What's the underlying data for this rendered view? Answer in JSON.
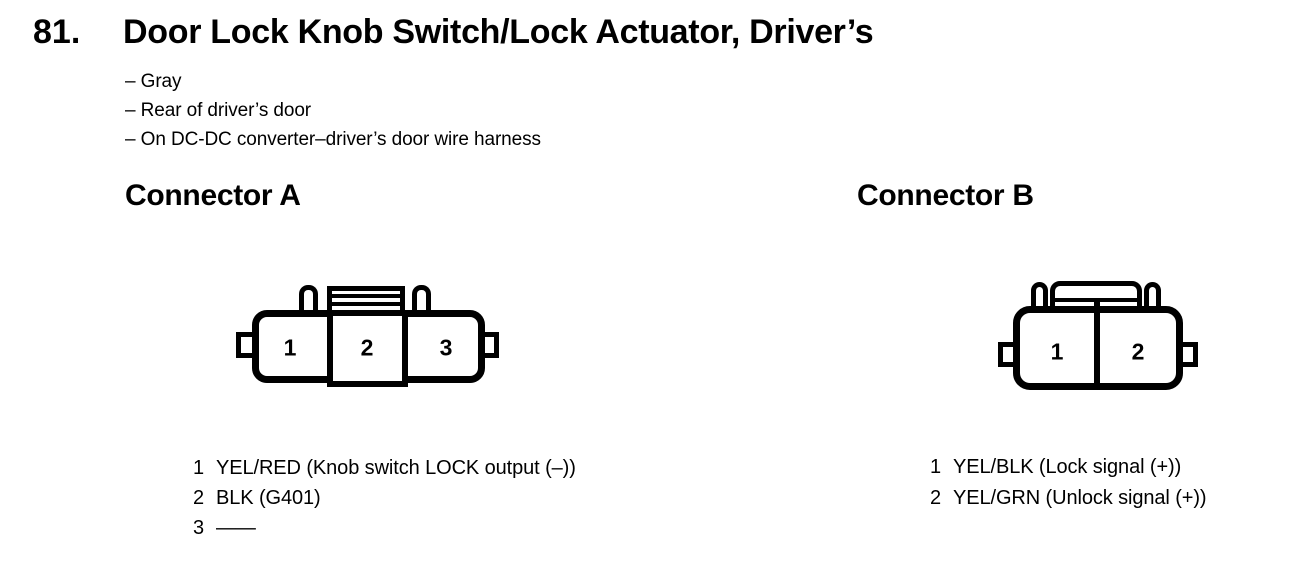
{
  "header": {
    "number": "81.",
    "title": "Door Lock Knob Switch/Lock Actuator, Driver’s",
    "bullets": [
      "– Gray",
      "– Rear of driver’s door",
      "– On DC-DC converter–driver’s door wire harness"
    ]
  },
  "colors": {
    "ink": "#000000",
    "paper": "#ffffff"
  },
  "connector_a": {
    "heading": "Connector A",
    "pins": [
      {
        "number": "1",
        "label": "YEL/RED (Knob switch LOCK output (–))"
      },
      {
        "number": "2",
        "label": "BLK (G401)"
      },
      {
        "number": "3",
        "label": "——"
      }
    ]
  },
  "connector_b": {
    "heading": "Connector B",
    "pins": [
      {
        "number": "1",
        "label": "YEL/BLK (Lock signal (+))"
      },
      {
        "number": "2",
        "label": "YEL/GRN (Unlock signal (+))"
      }
    ]
  }
}
